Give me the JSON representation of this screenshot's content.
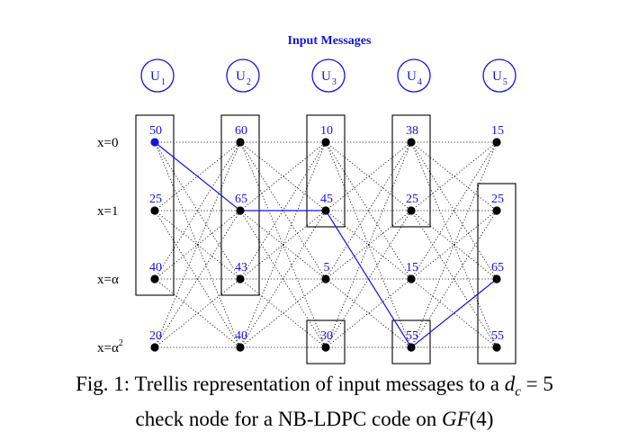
{
  "title": "Input Messages",
  "nodes": [
    {
      "letter": "U",
      "sub": "1"
    },
    {
      "letter": "U",
      "sub": "2"
    },
    {
      "letter": "U",
      "sub": "3"
    },
    {
      "letter": "U",
      "sub": "4"
    },
    {
      "letter": "U",
      "sub": "5"
    }
  ],
  "rows": [
    {
      "label": "x=0",
      "sup": ""
    },
    {
      "label": "x=1",
      "sup": ""
    },
    {
      "label": "x=α",
      "sup": ""
    },
    {
      "label": "x=α",
      "sup": "2"
    }
  ],
  "values": [
    [
      "50",
      "60",
      "10",
      "38",
      "15"
    ],
    [
      "25",
      "65",
      "45",
      "25",
      "25"
    ],
    [
      "40",
      "43",
      "5",
      "15",
      "65"
    ],
    [
      "20",
      "40",
      "30",
      "55",
      "55"
    ]
  ],
  "boxes": [
    {
      "col": 0,
      "from_row": 0,
      "to_row": 2
    },
    {
      "col": 1,
      "from_row": 0,
      "to_row": 2
    },
    {
      "col": 2,
      "from_row": 0,
      "to_row": 1
    },
    {
      "col": 2,
      "from_row": 3,
      "to_row": 3
    },
    {
      "col": 3,
      "from_row": 0,
      "to_row": 1
    },
    {
      "col": 3,
      "from_row": 3,
      "to_row": 3
    },
    {
      "col": 4,
      "from_row": 1,
      "to_row": 3
    }
  ],
  "path": [
    [
      0,
      0
    ],
    [
      1,
      1
    ],
    [
      2,
      1
    ],
    [
      3,
      3
    ],
    [
      4,
      2
    ]
  ],
  "colors": {
    "blue": "#1414e0",
    "black": "#000000"
  },
  "caption": {
    "line1_prefix": "Fig. 1: Trellis representation of input messages to a ",
    "dc_symbol": "d",
    "dc_sub": "c",
    "line1_eq": " = 5",
    "line2_prefix": "check node for a NB-LDPC code on ",
    "gf": "GF",
    "gf_arg": "(4)"
  }
}
